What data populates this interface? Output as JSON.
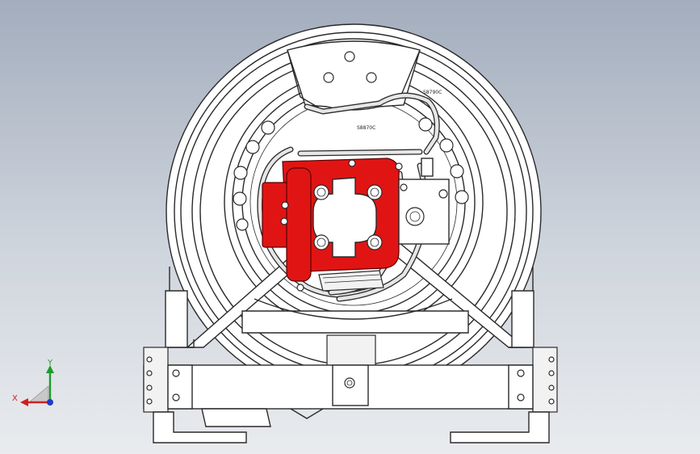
{
  "view": {
    "background_top": "#a3adbd",
    "background_bottom": "#e9ebee"
  },
  "drawing": {
    "part_label_top": "S8790C",
    "part_label_center": "S8870C",
    "highlight_color": "#e11414"
  },
  "triad": {
    "x_label": "X",
    "y_label": "Y",
    "x_color": "#d21e1e",
    "y_color": "#1e9b2a",
    "z_color": "#1e3cc8"
  }
}
